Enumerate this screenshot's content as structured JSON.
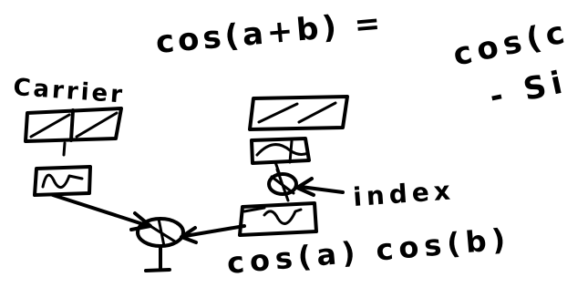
{
  "equation": {
    "lhs": "cos(a+b) =",
    "rhs_line1": "cos(c",
    "rhs_line2": "- Si"
  },
  "labels": {
    "carrier": "Carrier",
    "index": "index",
    "product": "cos(a) cos(b)"
  }
}
